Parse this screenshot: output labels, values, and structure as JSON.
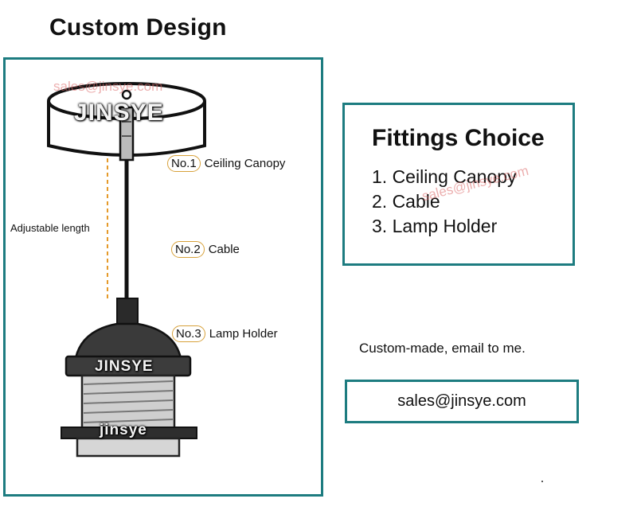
{
  "title": "Custom Design",
  "diagram": {
    "adjustable_label": "Adjustable length",
    "callouts": [
      {
        "number": "No.1",
        "label": "Ceiling Canopy"
      },
      {
        "number": "No.2",
        "label": "Cable"
      },
      {
        "number": "No.3",
        "label": "Lamp Holder"
      }
    ],
    "watermark": "sales@jinsye.com",
    "brand_upper": "JINSYE",
    "brand_lower": "jinsye"
  },
  "fittings": {
    "title": "Fittings Choice",
    "items": [
      "1. Ceiling Canopy",
      "2. Cable",
      "3. Lamp Holder"
    ],
    "watermark": "sales@jinsye.com"
  },
  "note": "Custom-made, email to me.",
  "email": "sales@jinsye.com",
  "colors": {
    "frame": "#1d7c80",
    "badge_border": "#d7a13a",
    "dash": "#e59a2a",
    "watermark": "#dc6e6e"
  }
}
